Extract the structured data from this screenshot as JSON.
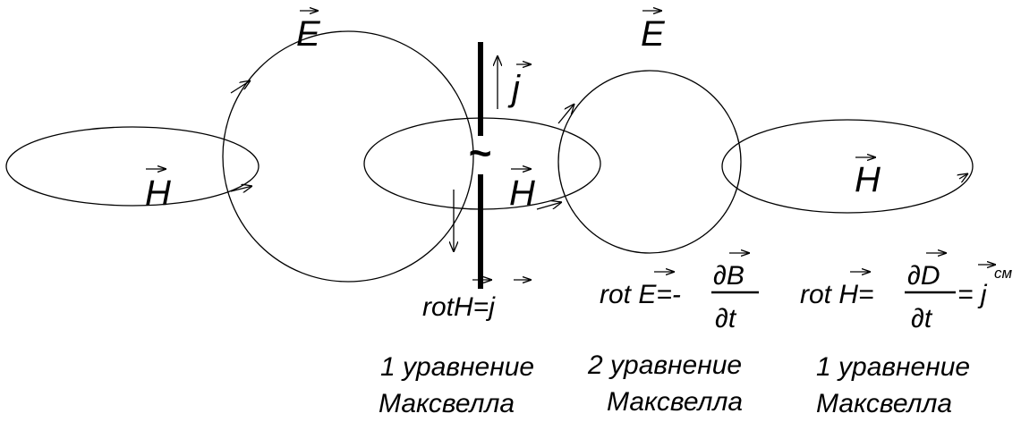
{
  "diagram": {
    "field_labels": {
      "e_left": "E",
      "e_right": "E",
      "h_left": "H",
      "h_middle": "H",
      "h_right": "H",
      "j": "j",
      "source": "~"
    },
    "equations": {
      "eq1_left": "rotH=j",
      "eq2_left": "rot E=-",
      "eq2_num": "∂B",
      "eq2_den": "∂t",
      "eq3_left": "rot H=",
      "eq3_num": "∂D",
      "eq3_den": "∂t",
      "eq3_right": "= j",
      "eq3_sup": "см"
    },
    "captions": {
      "c1_line1": "1 уравнение",
      "c1_line2": "Максвелла",
      "c2_line1": "2  уравнение",
      "c2_line2": "Максвелла",
      "c3_line1": "1 уравнение",
      "c3_line2": "Максвелла"
    },
    "colors": {
      "ink": "#000000",
      "background": "#ffffff"
    }
  }
}
